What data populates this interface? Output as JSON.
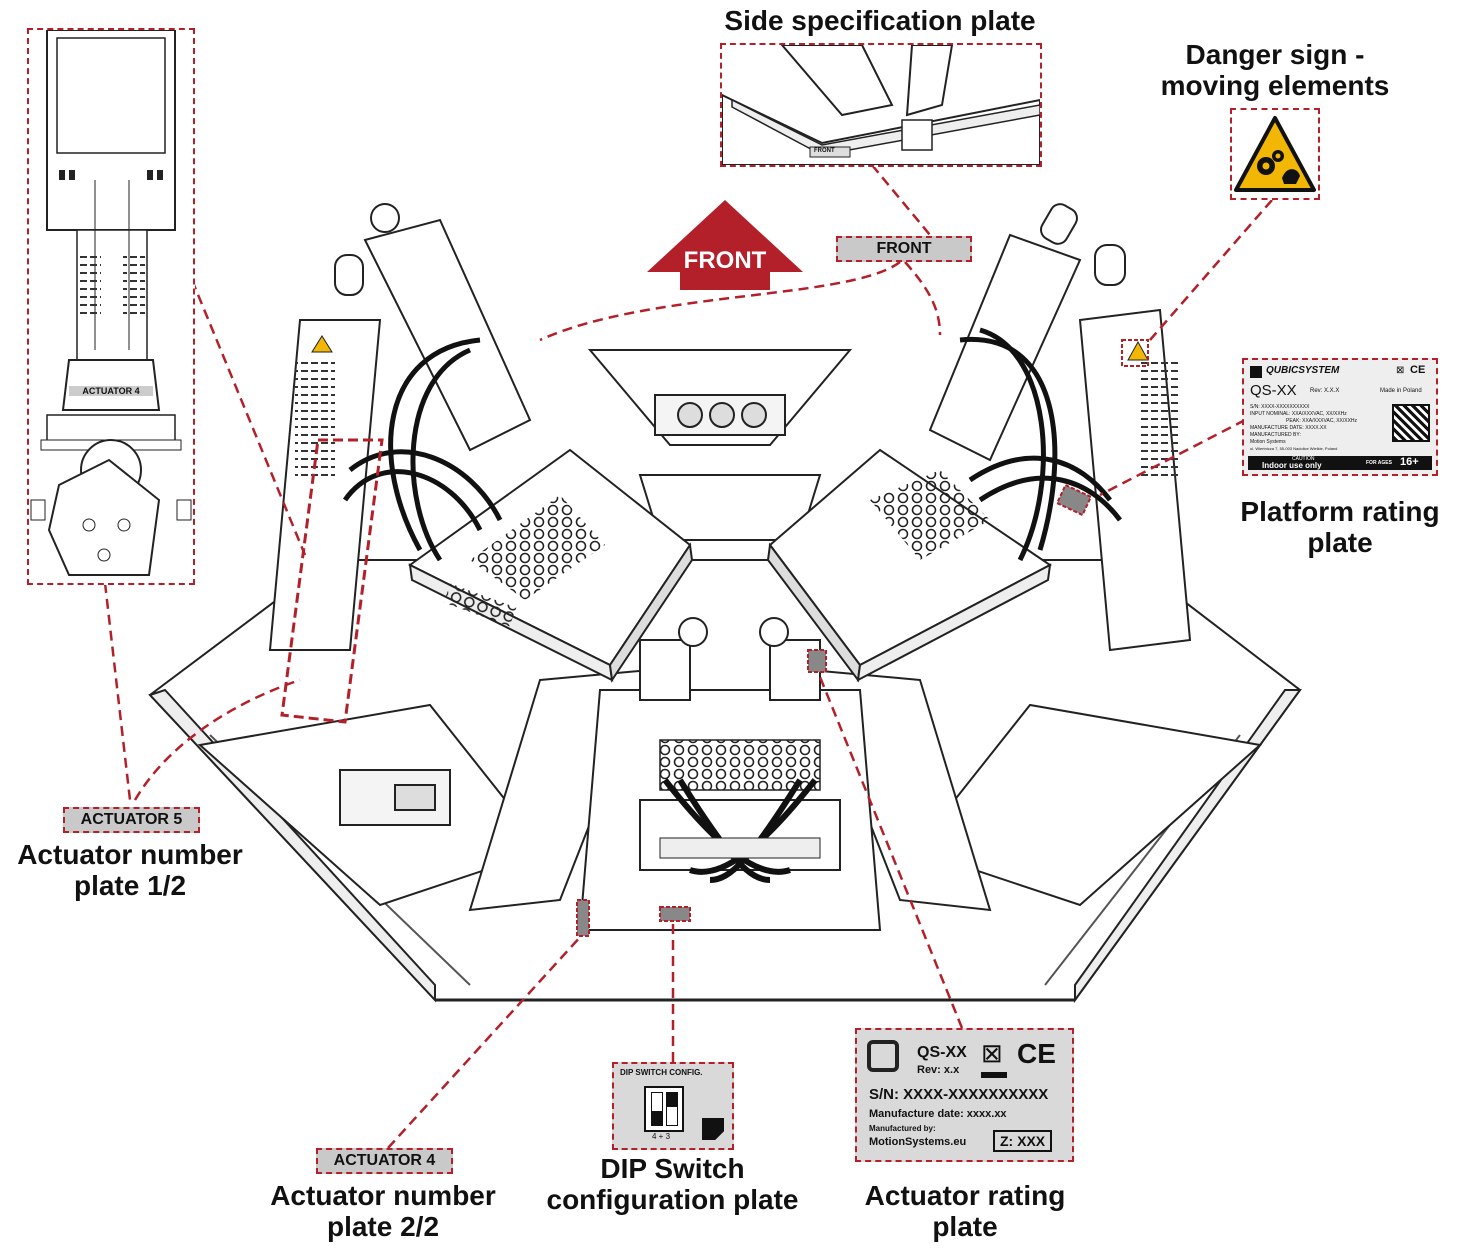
{
  "titles": {
    "side_spec": "Side specification plate",
    "danger_l1": "Danger sign -",
    "danger_l2": "moving elements",
    "platform_rating_l1": "Platform rating",
    "platform_rating_l2": "plate",
    "act_num_1_l1": "Actuator number",
    "act_num_1_l2": "plate 1/2",
    "act_num_2_l1": "Actuator number",
    "act_num_2_l2": "plate 2/2",
    "dip_l1": "DIP Switch",
    "dip_l2": "configuration plate",
    "act_rating_l1": "Actuator rating",
    "act_rating_l2": "plate"
  },
  "chips": {
    "front": "FRONT",
    "actuator5": "ACTUATOR 5",
    "actuator4": "ACTUATOR 4",
    "actuator4_inset": "ACTUATOR 4"
  },
  "front_arrow": "FRONT",
  "side_plate_small": "FRONT",
  "platform_plate": {
    "brand": "QUBICSYSTEM",
    "model": "QS-XX",
    "rev": "Rev: X.X.X",
    "made_in": "Made in Poland",
    "sn": "S/N: XXXX-XXXXXXXXXX",
    "input_nominal": "INPUT NOMINAL: XXA/XXXVAC, XX/XXHz",
    "peak": "PEAK: XXA/XXXVAC, XX/XXHz",
    "manufacture_date": "MANUFACTURE DATE: XXXX.XX",
    "manufactured_by": "MANUFACTURED BY:",
    "company": "Motion Systems",
    "address": "ul. Wiertnicza 7, 55-003 Nadolice Wielkie, Poland",
    "caution": "CAUTION",
    "indoor": "Indoor use only",
    "for_ages": "FOR AGES",
    "age": "16+"
  },
  "actuator_plate": {
    "model": "QS-XX",
    "rev": "Rev: x.x",
    "sn": "S/N: XXXX-XXXXXXXXXX",
    "manufacture_date": "Manufacture date: xxxx.xx",
    "manufactured_by": "Manufactured by:",
    "company": "MotionSystems.eu",
    "z": "Z: XXX",
    "ce": "CE"
  },
  "dip_plate": {
    "title": "DIP SWITCH CONFIG.",
    "value": "4 + 3"
  },
  "colors": {
    "accent_red": "#b3202a",
    "chip_gray": "#c9c9c9",
    "line_gray": "#333333",
    "warning_yellow": "#f2b705"
  }
}
